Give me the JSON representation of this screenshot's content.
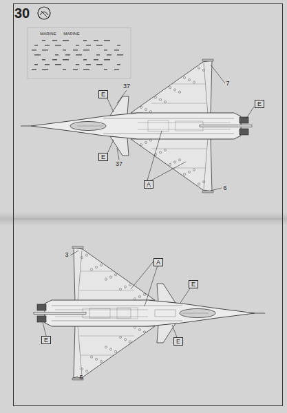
{
  "diagram": {
    "nodes": [
      {
        "text": [
          "E"
        ]
      },
      {
        "text": [
          "E"
        ]
      },
      {
        "text": [
          "E"
        ]
      },
      {
        "text": [
          "A"
        ]
      },
      {
        "text": [
          "A"
        ]
      },
      {
        "text": [
          "E"
        ]
      },
      {
        "text": [
          "E"
        ]
      },
      {
        "text": [
          "E"
        ]
      }
    ],
    "labels": [
      "30",
      "MARINE",
      "MARINE",
      "37",
      "37",
      "7",
      "6",
      "3",
      "5"
    ]
  }
}
